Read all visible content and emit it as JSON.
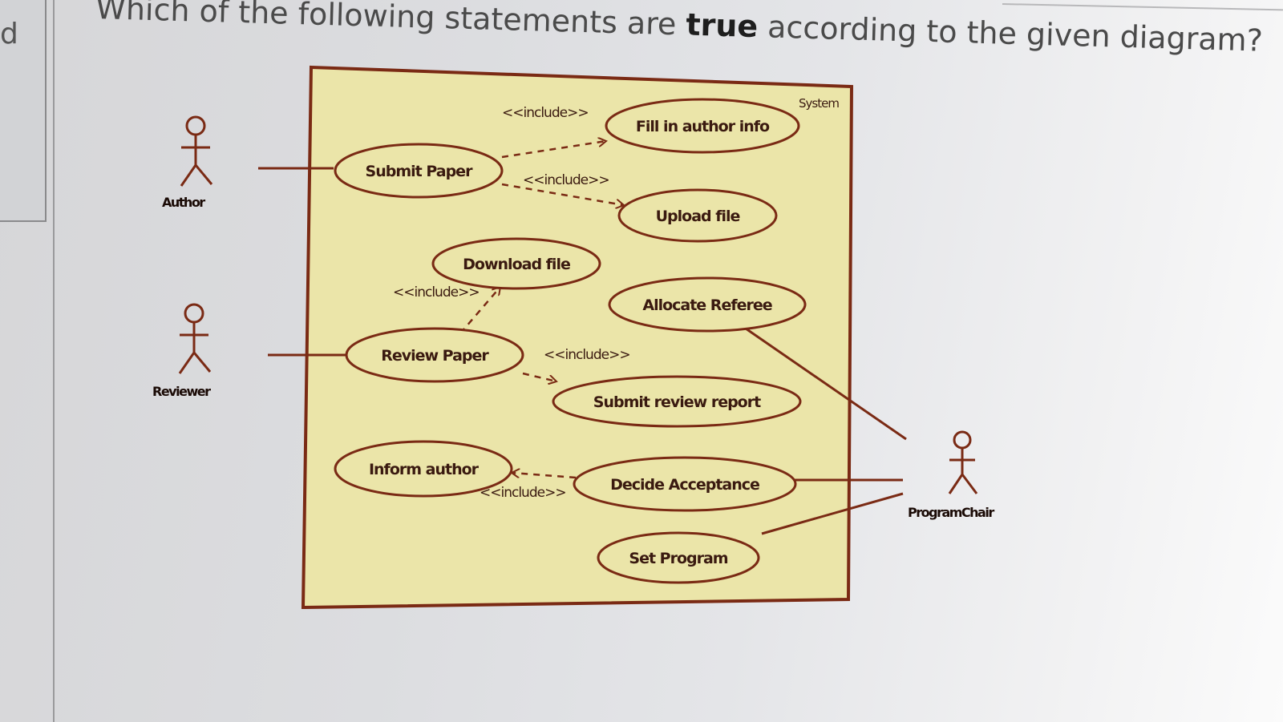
{
  "page": {
    "question_before": "Which of the following statements are ",
    "question_emphasis": "true",
    "question_after": " according to the given diagram?",
    "left_panel_text": "d"
  },
  "diagram": {
    "system_label": "System",
    "actors": {
      "author": "Author",
      "reviewer": "Reviewer",
      "program_chair": "ProgramChair"
    },
    "use_cases": {
      "submit_paper": "Submit Paper",
      "fill_author_info": "Fill in author info",
      "upload_file": "Upload file",
      "download_file": "Download file",
      "allocate_referee": "Allocate Referee",
      "review_paper": "Review Paper",
      "submit_review_report": "Submit review report",
      "inform_author": "Inform author",
      "decide_acceptance": "Decide Acceptance",
      "set_program": "Set Program"
    },
    "stereotype": "<<include>>",
    "colors": {
      "system_fill": "#ebe5a9",
      "line": "#7a2a14",
      "text": "#3a1a10"
    }
  }
}
